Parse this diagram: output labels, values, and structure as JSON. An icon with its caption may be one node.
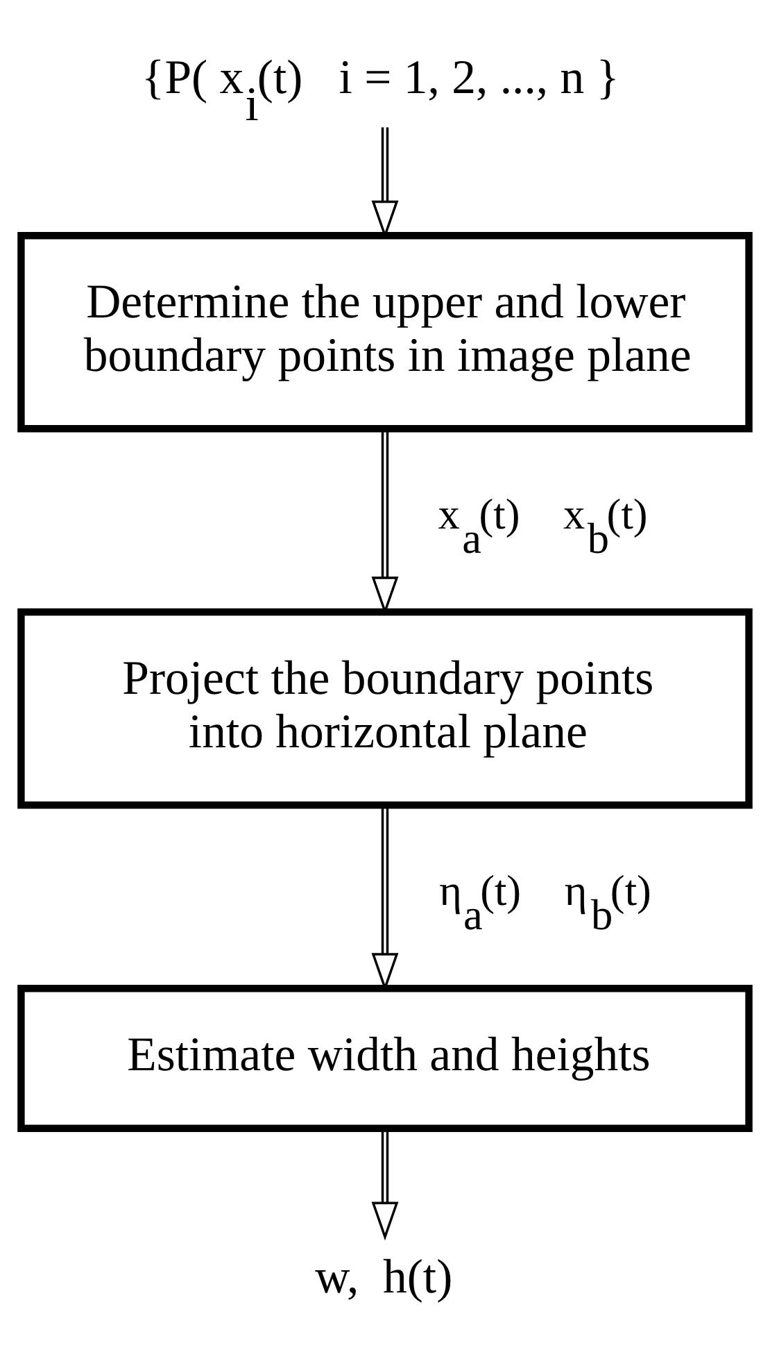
{
  "diagram": {
    "nodes": [
      {
        "text": [
          "{P( x$_{i}$(t)   i = 1, 2, ..., n }"
        ]
      },
      {
        "text": [
          "Determine the upper and lower boundary points in image plane"
        ]
      },
      {
        "text": [
          "Project the boundary points into horizontal plane"
        ]
      },
      {
        "text": [
          "Estimate width and heights"
        ]
      },
      {
        "text": [
          "w,  h(t)"
        ]
      }
    ],
    "edges": [
      {
        "from": 0,
        "to": 1,
        "arrow": "to"
      },
      {
        "from": 1,
        "to": 2,
        "arrow": "to",
        "label": "x$_{a}$(t)    x$_{b}$(t)"
      },
      {
        "from": 2,
        "to": 3,
        "arrow": "to",
        "label": "η$_{a}$(t)    η$_{b}$(t)"
      },
      {
        "from": 3,
        "to": 4,
        "arrow": "to"
      }
    ]
  }
}
